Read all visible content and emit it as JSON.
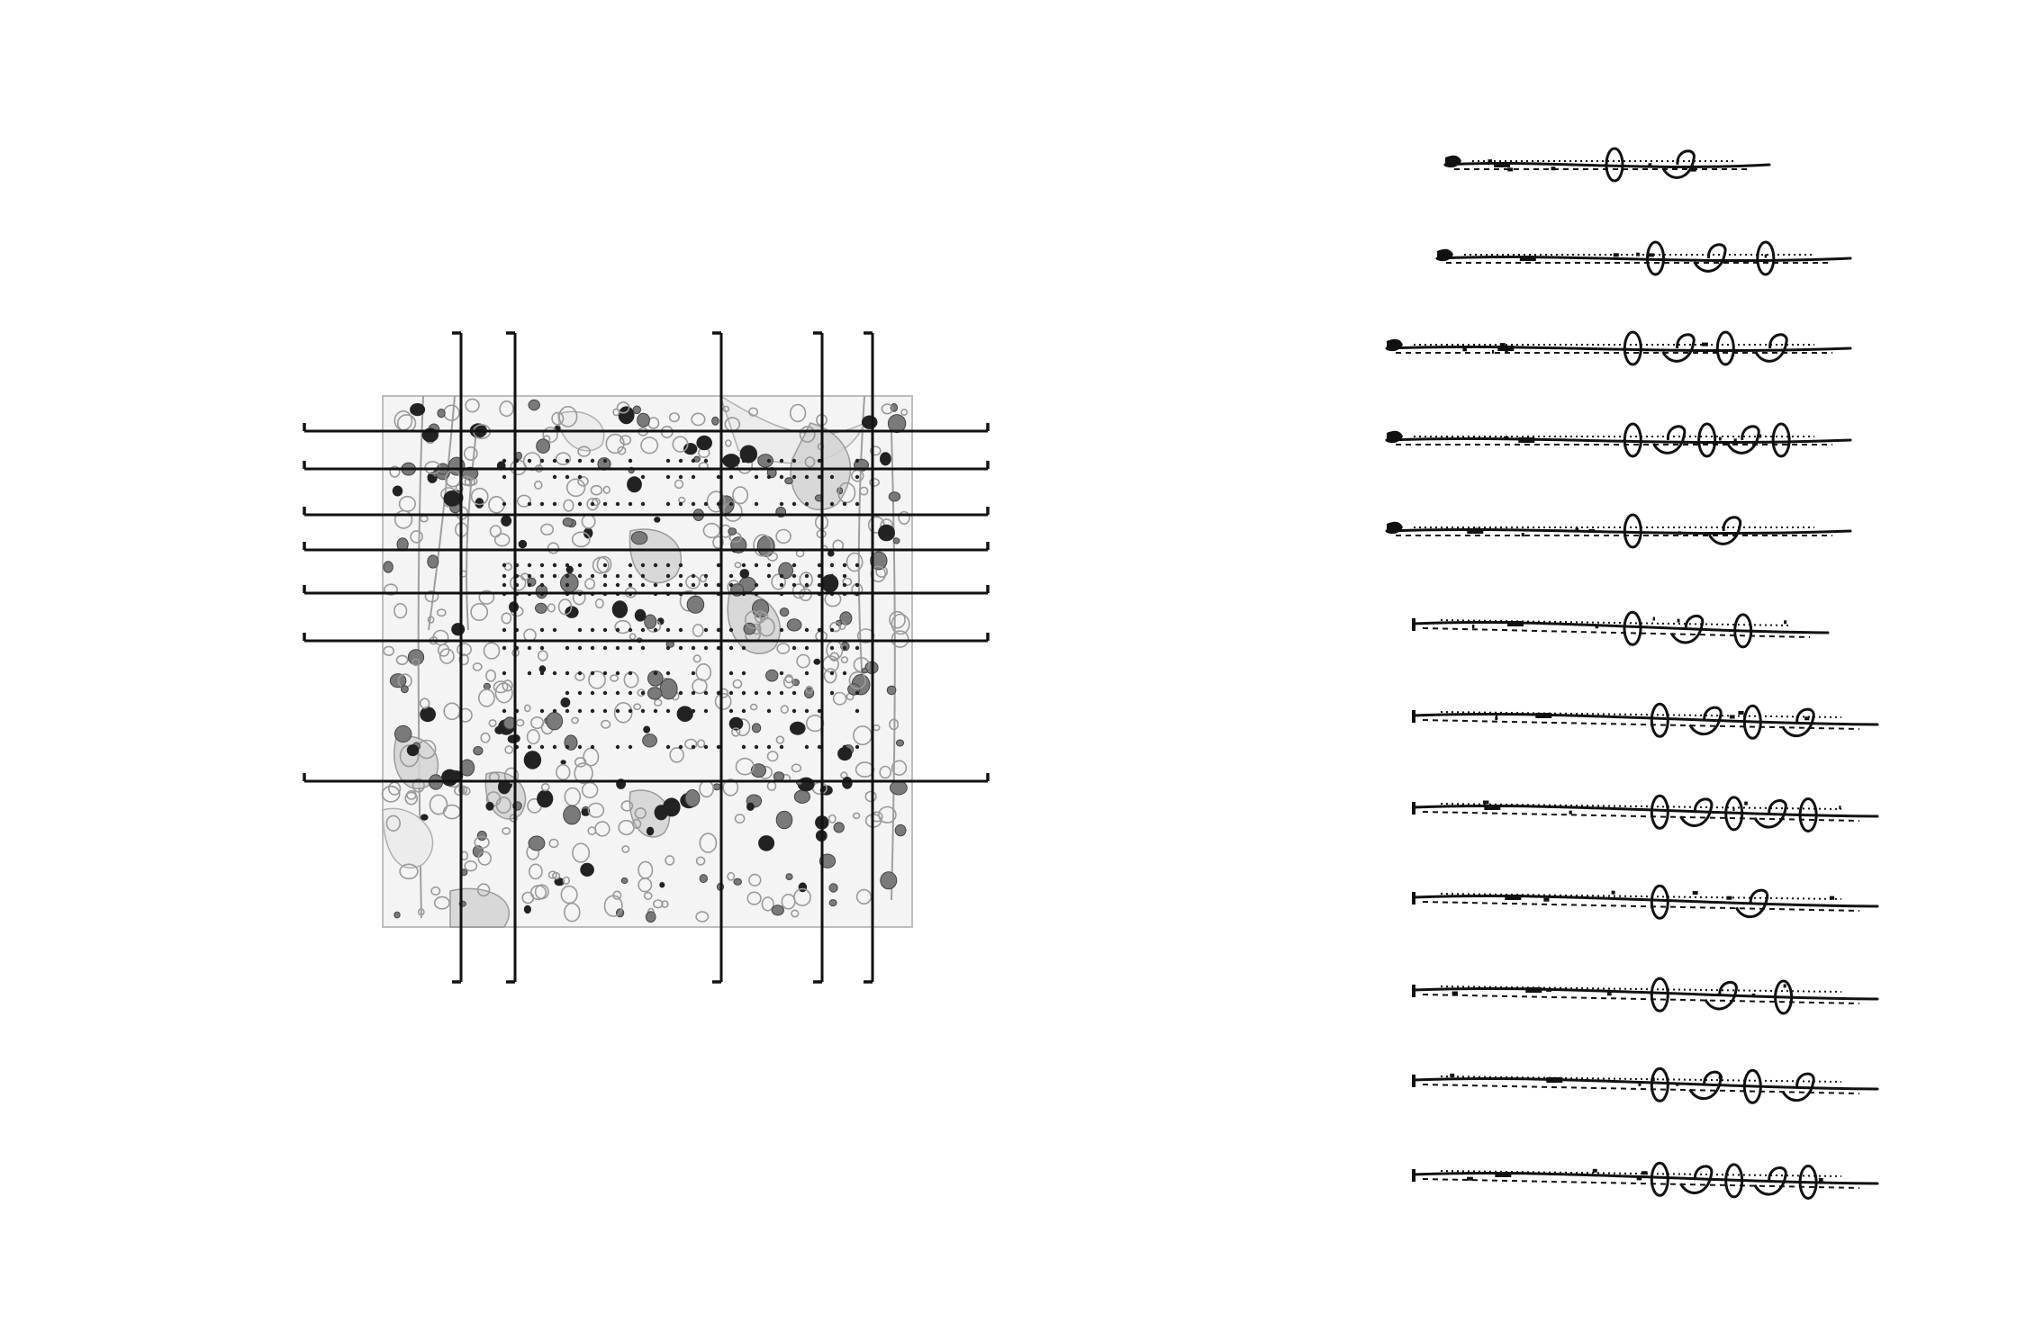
{
  "figure": {
    "plan": {
      "horizontal_section_count": 7,
      "vertical_section_count": 5
    },
    "section_strips": {
      "count": 12
    },
    "colors": {
      "ink": "#111111",
      "paper": "#ffffff",
      "texture_gray": "#9a9a9a"
    }
  }
}
